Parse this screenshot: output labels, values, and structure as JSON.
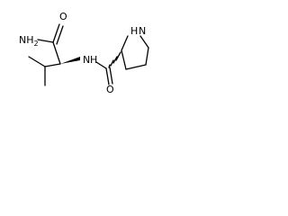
{
  "structure": {
    "labels": {
      "amide_nh2": "NH",
      "amide_nh2_subscript": "2",
      "amide_o_top": "O",
      "amide_nh": "N",
      "amide_nh_h": "H",
      "ring_nh": "N",
      "ring_nh_h": "H",
      "amide_o_bottom": "O"
    }
  }
}
